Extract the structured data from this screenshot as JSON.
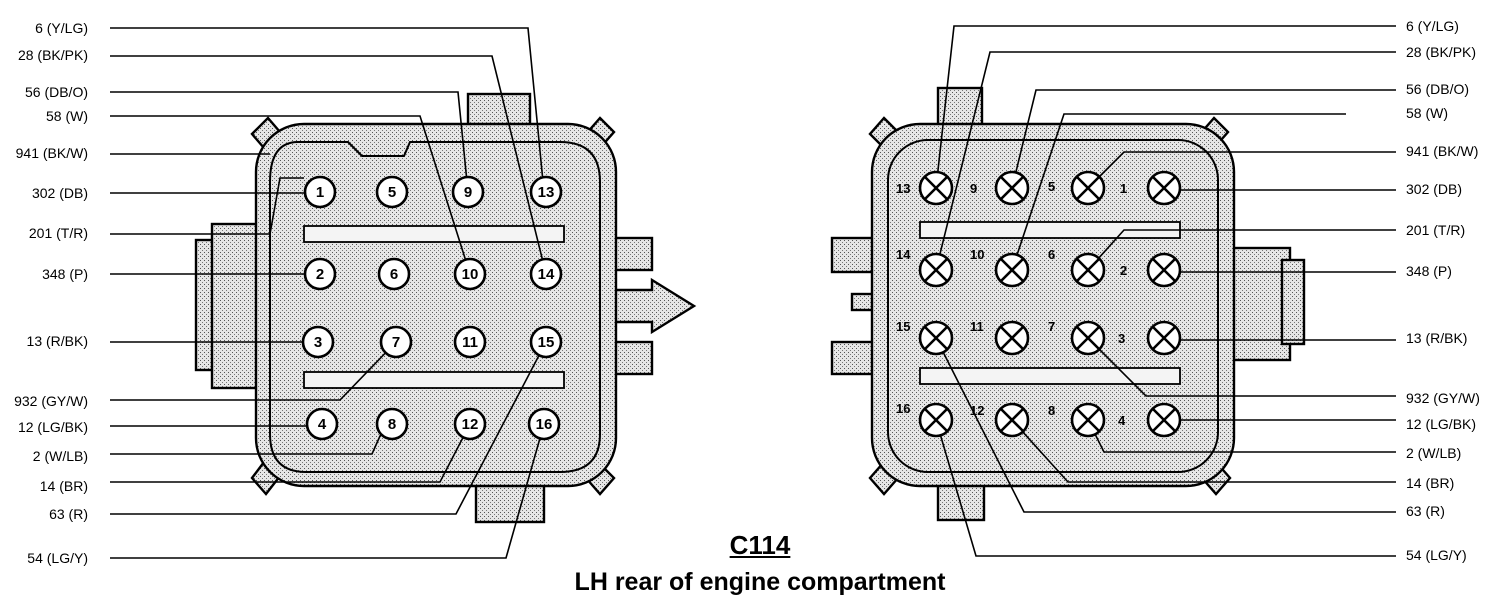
{
  "connector": {
    "id": "C114",
    "location": "LH rear of engine compartment"
  },
  "left_view": {
    "wire_labels": [
      "6 (Y/LG)",
      "28 (BK/PK)",
      "56 (DB/O)",
      "58 (W)",
      "941 (BK/W)",
      "302 (DB)",
      "201 (T/R)",
      "348 (P)",
      "13 (R/BK)",
      "932 (GY/W)",
      "12 (LG/BK)",
      "2 (W/LB)",
      "14 (BR)",
      "63 (R)",
      "54 (LG/Y)"
    ],
    "pins": [
      "1",
      "2",
      "3",
      "4",
      "5",
      "6",
      "7",
      "8",
      "9",
      "10",
      "11",
      "12",
      "13",
      "14",
      "15",
      "16"
    ]
  },
  "right_view": {
    "wire_labels": [
      "6 (Y/LG)",
      "28 (BK/PK)",
      "56 (DB/O)",
      "58 (W)",
      "941 (BK/W)",
      "302 (DB)",
      "201 (T/R)",
      "348 (P)",
      "13 (R/BK)",
      "932 (GY/W)",
      "12 (LG/BK)",
      "2 (W/LB)",
      "14 (BR)",
      "63 (R)",
      "54 (LG/Y)"
    ],
    "pins": [
      "1",
      "2",
      "3",
      "4",
      "5",
      "6",
      "7",
      "8",
      "9",
      "10",
      "11",
      "12",
      "13",
      "14",
      "15",
      "16"
    ]
  }
}
